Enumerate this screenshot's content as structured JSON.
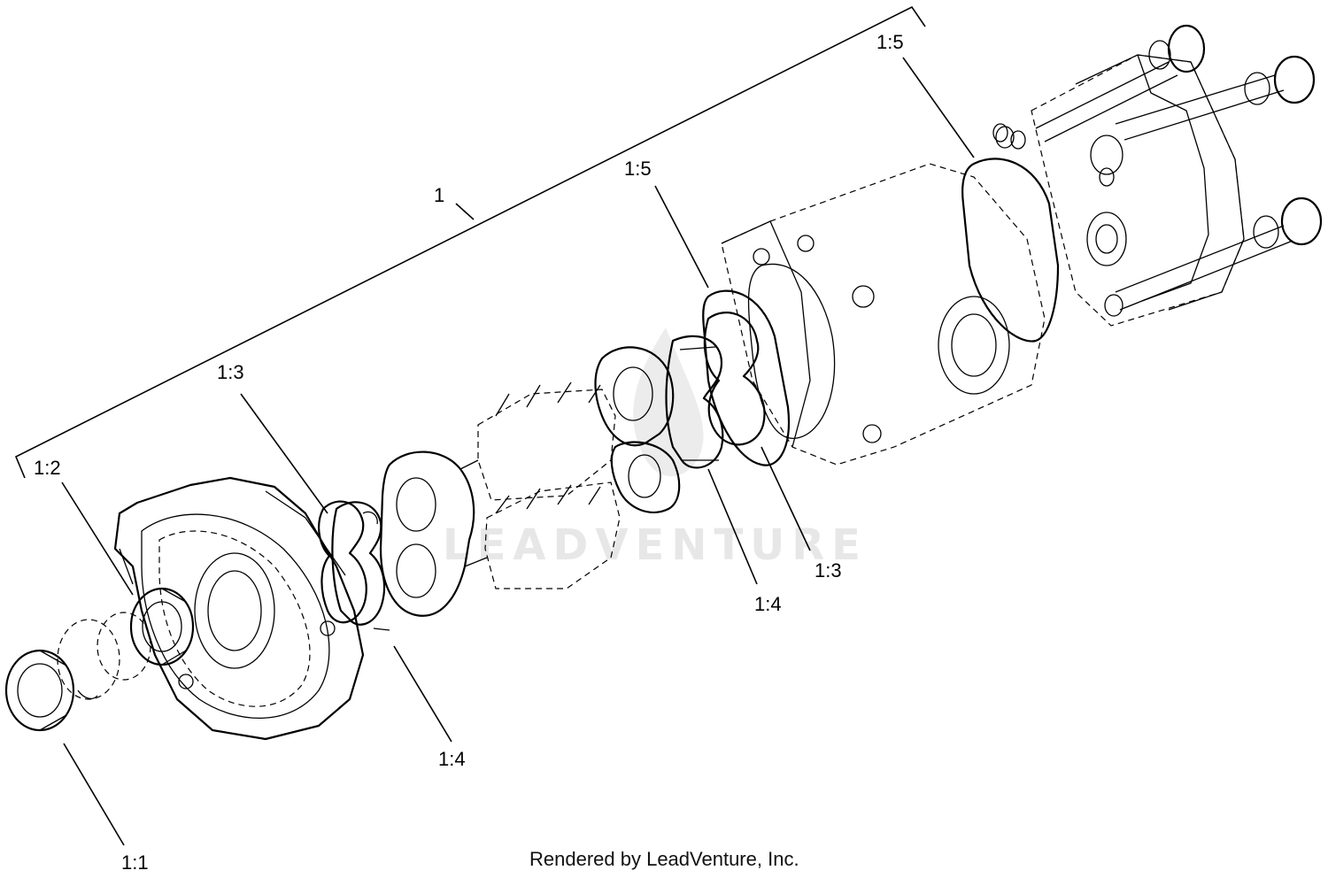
{
  "diagram": {
    "callouts": {
      "c1": "1",
      "c1_1": "1:1",
      "c1_2": "1:2",
      "c1_3_left": "1:3",
      "c1_3_right": "1:3",
      "c1_4_left": "1:4",
      "c1_4_right": "1:4",
      "c1_5_top": "1:5",
      "c1_5_mid": "1:5"
    },
    "watermark": "LEADVENTURE",
    "credit": "Rendered by LeadVenture, Inc."
  }
}
